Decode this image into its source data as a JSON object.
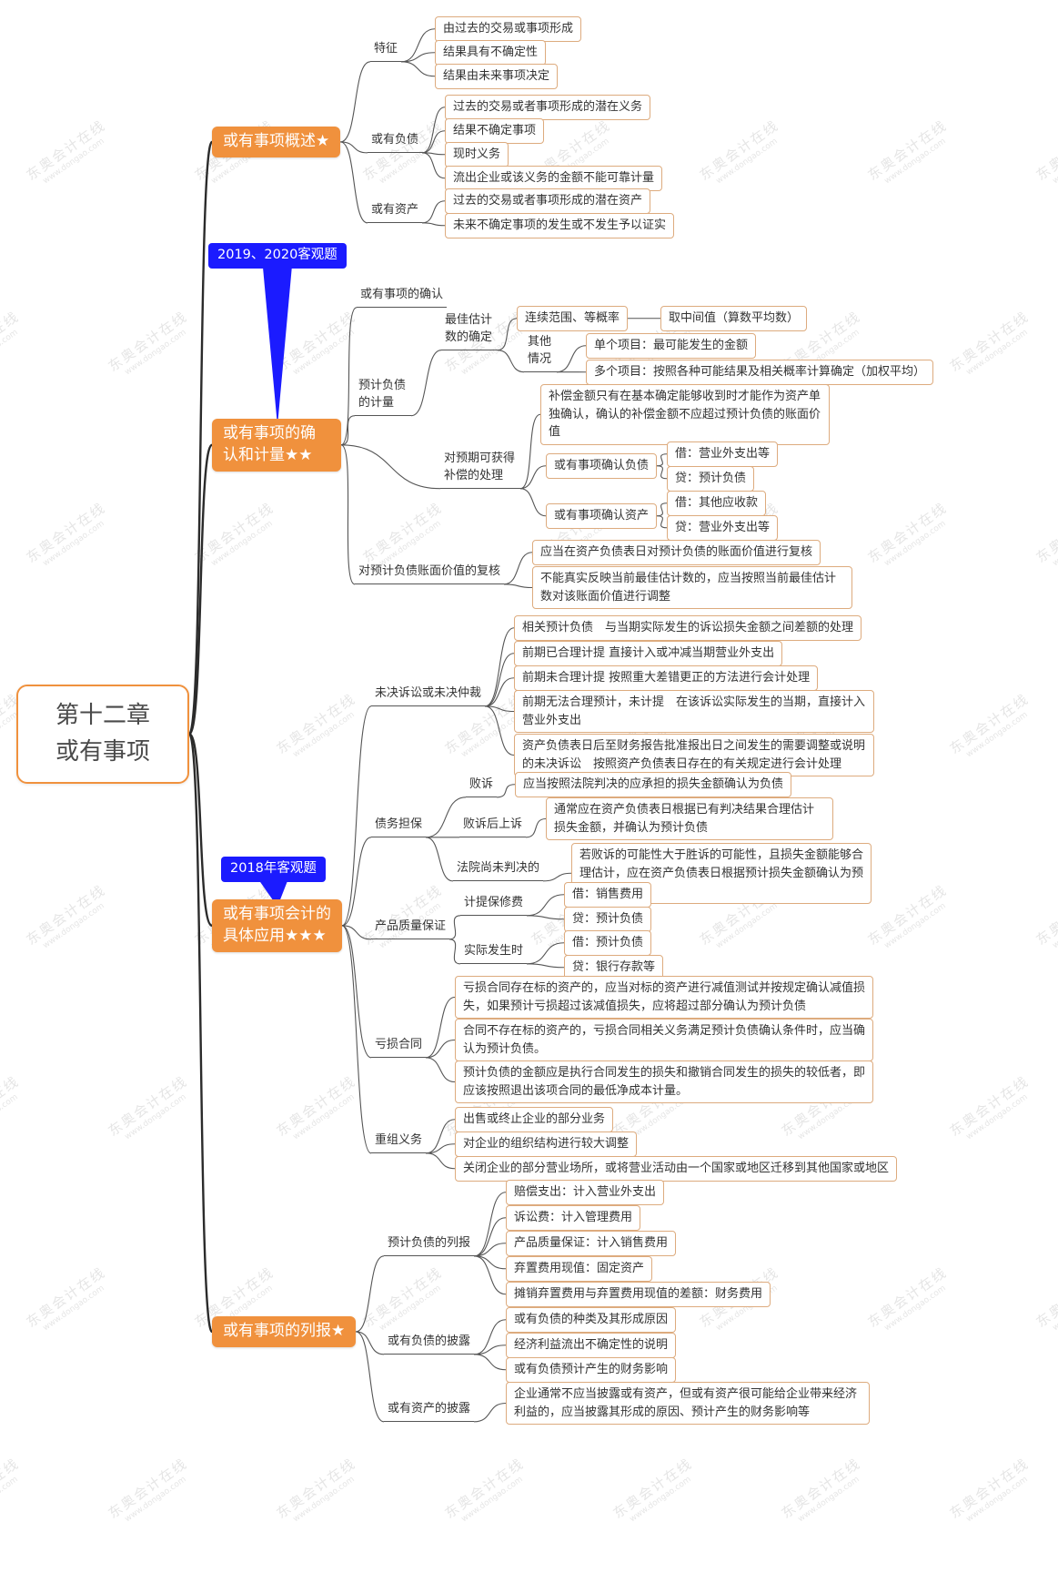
{
  "watermark": {
    "line1": "东奥会计在线",
    "line2": "www.dongao.com"
  },
  "colors": {
    "accent": "#f0913d",
    "callout": "#1b1bff",
    "leaf_border": "#ddab7e",
    "connector": "#555555"
  },
  "nodes": {
    "root": "第十二章\n或有事项",
    "b1": "或有事项概述★",
    "b2": "或有事项的确认和计量★★",
    "b3": "或有事项会计的具体应用★★★",
    "b4": "或有事项的列报★",
    "lab2019": "2019、2020客观题",
    "lab2018": "2018年客观题",
    "t_tezheng": "特征",
    "l1": "由过去的交易或事项形成",
    "l2": "结果具有不确定性",
    "l3": "结果由未来事项决定",
    "t_fuzhai": "或有负债",
    "l4": "过去的交易或者事项形成的潜在义务",
    "l5": "结果不确定事项",
    "l6": "现时义务",
    "l7": "流出企业或该义务的金额不能可靠计量",
    "t_zichan": "或有资产",
    "l8": "过去的交易或者事项形成的潜在资产",
    "l9": "未来不确定事项的发生或不发生予以证实",
    "t_queren": "或有事项的确认",
    "t_jiliang": "预计负债的计量",
    "t_zuijia": "最佳估计数的确定",
    "l10": "连续范围、等概率",
    "l10b": "取中间值（算数平均数）",
    "t_qita": "其他情况",
    "l11": "单个项目：最可能发生的金额",
    "l12": "多个项目：按照各种可能结果及相关概率计算确定（加权平均）",
    "t_buchang": "对预期可获得补偿的处理",
    "l13": "补偿金额只有在基本确定能够收到时才能作为资产单独确认，确认的补偿金额不应超过预计负债的账面价值",
    "l14": "或有事项确认负债",
    "l15": "借：营业外支出等",
    "l16": "贷：预计负债",
    "l17": "或有事项确认资产",
    "l18": "借：其他应收款",
    "l19": "贷：营业外支出等",
    "t_fuhe": "对预计负债账面价值的复核",
    "l20": "应当在资产负债表日对预计负债的账面价值进行复核",
    "l21": "不能真实反映当前最佳估计数的，应当按照当前最佳估计数对该账面价值进行调整",
    "t_weijue": "未决诉讼或未决仲裁",
    "l22": "相关预计负债　与当期实际发生的诉讼损失金额之间差额的处理",
    "l23": "前期已合理计提 直接计入或冲减当期营业外支出",
    "l24": "前期未合理计提 按照重大差错更正的方法进行会计处理",
    "l25": "前期无法合理预计，未计提　在该诉讼实际发生的当期，直接计入营业外支出",
    "l26": "资产负债表日后至财务报告批准报出日之间发生的需要调整或说明的未决诉讼　按照资产负债表日存在的有关规定进行会计处理",
    "t_zhaiwu": "债务担保",
    "t_baisu": "败诉",
    "l27": "应当按照法院判决的应承担的损失金额确认为负债",
    "t_baisuhou": "败诉后上诉",
    "l28": "通常应在资产负债表日根据已有判决结果合理估计损失金额，并确认为预计负债",
    "t_fayuan": "法院尚未判决的",
    "l29": "若败诉的可能性大于胜诉的可能性，且损失金额能够合理估计，应在资产负债表日根据预计损失金额确认为预计负债",
    "t_chanpin": "产品质量保证",
    "t_jiti": "计提保修费",
    "l30": "借：销售费用",
    "l31": "贷：预计负债",
    "t_shiji": "实际发生时",
    "l32": "借：预计负债",
    "l33": "贷：银行存款等",
    "t_kuisun": "亏损合同",
    "l34": "亏损合同存在标的资产的，应当对标的资产进行减值测试并按规定确认减值损失，如果预计亏损超过该减值损失，应将超过部分确认为预计负债",
    "l35": "合同不存在标的资产的，亏损合同相关义务满足预计负债确认条件时，应当确认为预计负债。",
    "l36": "预计负债的金额应是执行合同发生的损失和撤销合同发生的损失的较低者，即应该按照退出该项合同的最低净成本计量。",
    "t_chongzu": "重组义务",
    "l37": "出售或终止企业的部分业务",
    "l38": "对企业的组织结构进行较大调整",
    "l39": "关闭企业的部分营业场所，或将营业活动由一个国家或地区迁移到其他国家或地区",
    "t_liebao": "预计负债的列报",
    "l40": "赔偿支出：计入营业外支出",
    "l41": "诉讼费：计入管理费用",
    "l42": "产品质量保证：计入销售费用",
    "l43": "弃置费用现值：固定资产",
    "l44": "摊销弃置费用与弃置费用现值的差额：财务费用",
    "t_pilou": "或有负债的披露",
    "l45": "或有负债的种类及其形成原因",
    "l46": "经济利益流出不确定性的说明",
    "l47": "或有负债预计产生的财务影响",
    "t_zcpilou": "或有资产的披露",
    "l48": "企业通常不应当披露或有资产，但或有资产很可能给企业带来经济利益的，应当披露其形成的原因、预计产生的财务影响等"
  }
}
